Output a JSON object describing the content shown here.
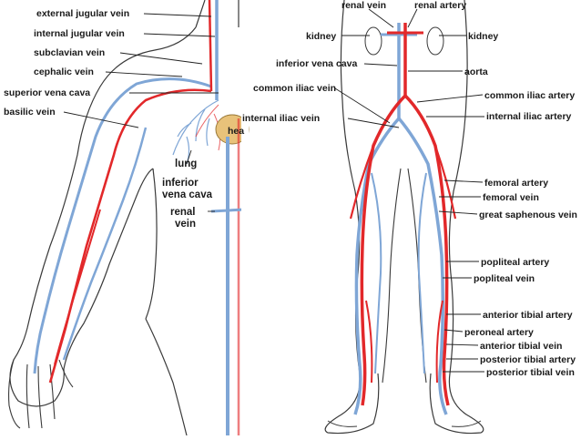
{
  "left_panel": {
    "labels": {
      "external_jugular_vein": "external jugular vein",
      "internal_jugular_vein": "internal jugular vein",
      "subclavian_vein": "subclavian vein",
      "cephalic_vein": "cephalic vein",
      "superior_vena_cava": "superior vena cava",
      "basilic_vein": "basilic vein",
      "heart_partial": "hea",
      "lung": "lung",
      "inferior_vena_cava_1": "inferior",
      "inferior_vena_cava_2": "vena cava",
      "renal_vein_1": "renal",
      "renal_vein_2": "vein"
    }
  },
  "right_panel": {
    "labels": {
      "renal_vein": "renal vein",
      "renal_artery": "renal artery",
      "kidney_left": "kidney",
      "kidney_right": "kidney",
      "inferior_vena_cava": "inferior vena cava",
      "aorta": "aorta",
      "common_iliac_vein": "common iliac vein",
      "common_iliac_artery": "common iliac artery",
      "internal_iliac_vein": "internal iliac vein",
      "internal_iliac_artery": "internal iliac artery",
      "femoral_artery": "femoral artery",
      "femoral_vein": "femoral vein",
      "great_saphenous_vein": "great saphenous vein",
      "popliteal_artery": "popliteal artery",
      "popliteal_vein": "popliteal vein",
      "anterior_tibial_artery": "anterior tibial artery",
      "peroneal_artery": "peroneal artery",
      "anterior_tibial_vein": "anterior tibial vein",
      "posterior_tibial_artery": "posterior tibial artery",
      "posterior_tibial_vein": "posterior tibial vein"
    }
  },
  "colors": {
    "artery": "#e2282a",
    "vein": "#7fa6d6",
    "outline": "#3a3a3a",
    "heart": "#e8c27a",
    "leader": "#222222"
  }
}
